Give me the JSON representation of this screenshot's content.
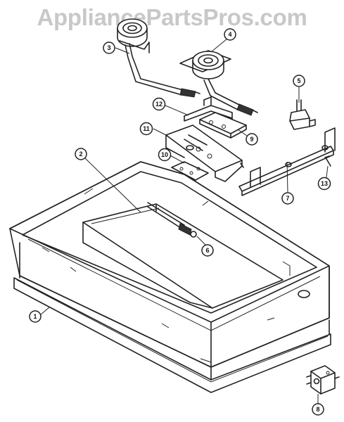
{
  "watermark": "AppliancePartsPros.com",
  "callouts": [
    {
      "id": "c1",
      "label": "1"
    },
    {
      "id": "c2",
      "label": "2"
    },
    {
      "id": "c3",
      "label": "3"
    },
    {
      "id": "c4",
      "label": "4"
    },
    {
      "id": "c5",
      "label": "5"
    },
    {
      "id": "c6",
      "label": "6"
    },
    {
      "id": "c7",
      "label": "7"
    },
    {
      "id": "c8",
      "label": "8"
    },
    {
      "id": "c9",
      "label": "9"
    },
    {
      "id": "c10",
      "label": "10"
    },
    {
      "id": "c11",
      "label": "11"
    },
    {
      "id": "c12",
      "label": "12"
    },
    {
      "id": "c13",
      "label": "13"
    }
  ]
}
